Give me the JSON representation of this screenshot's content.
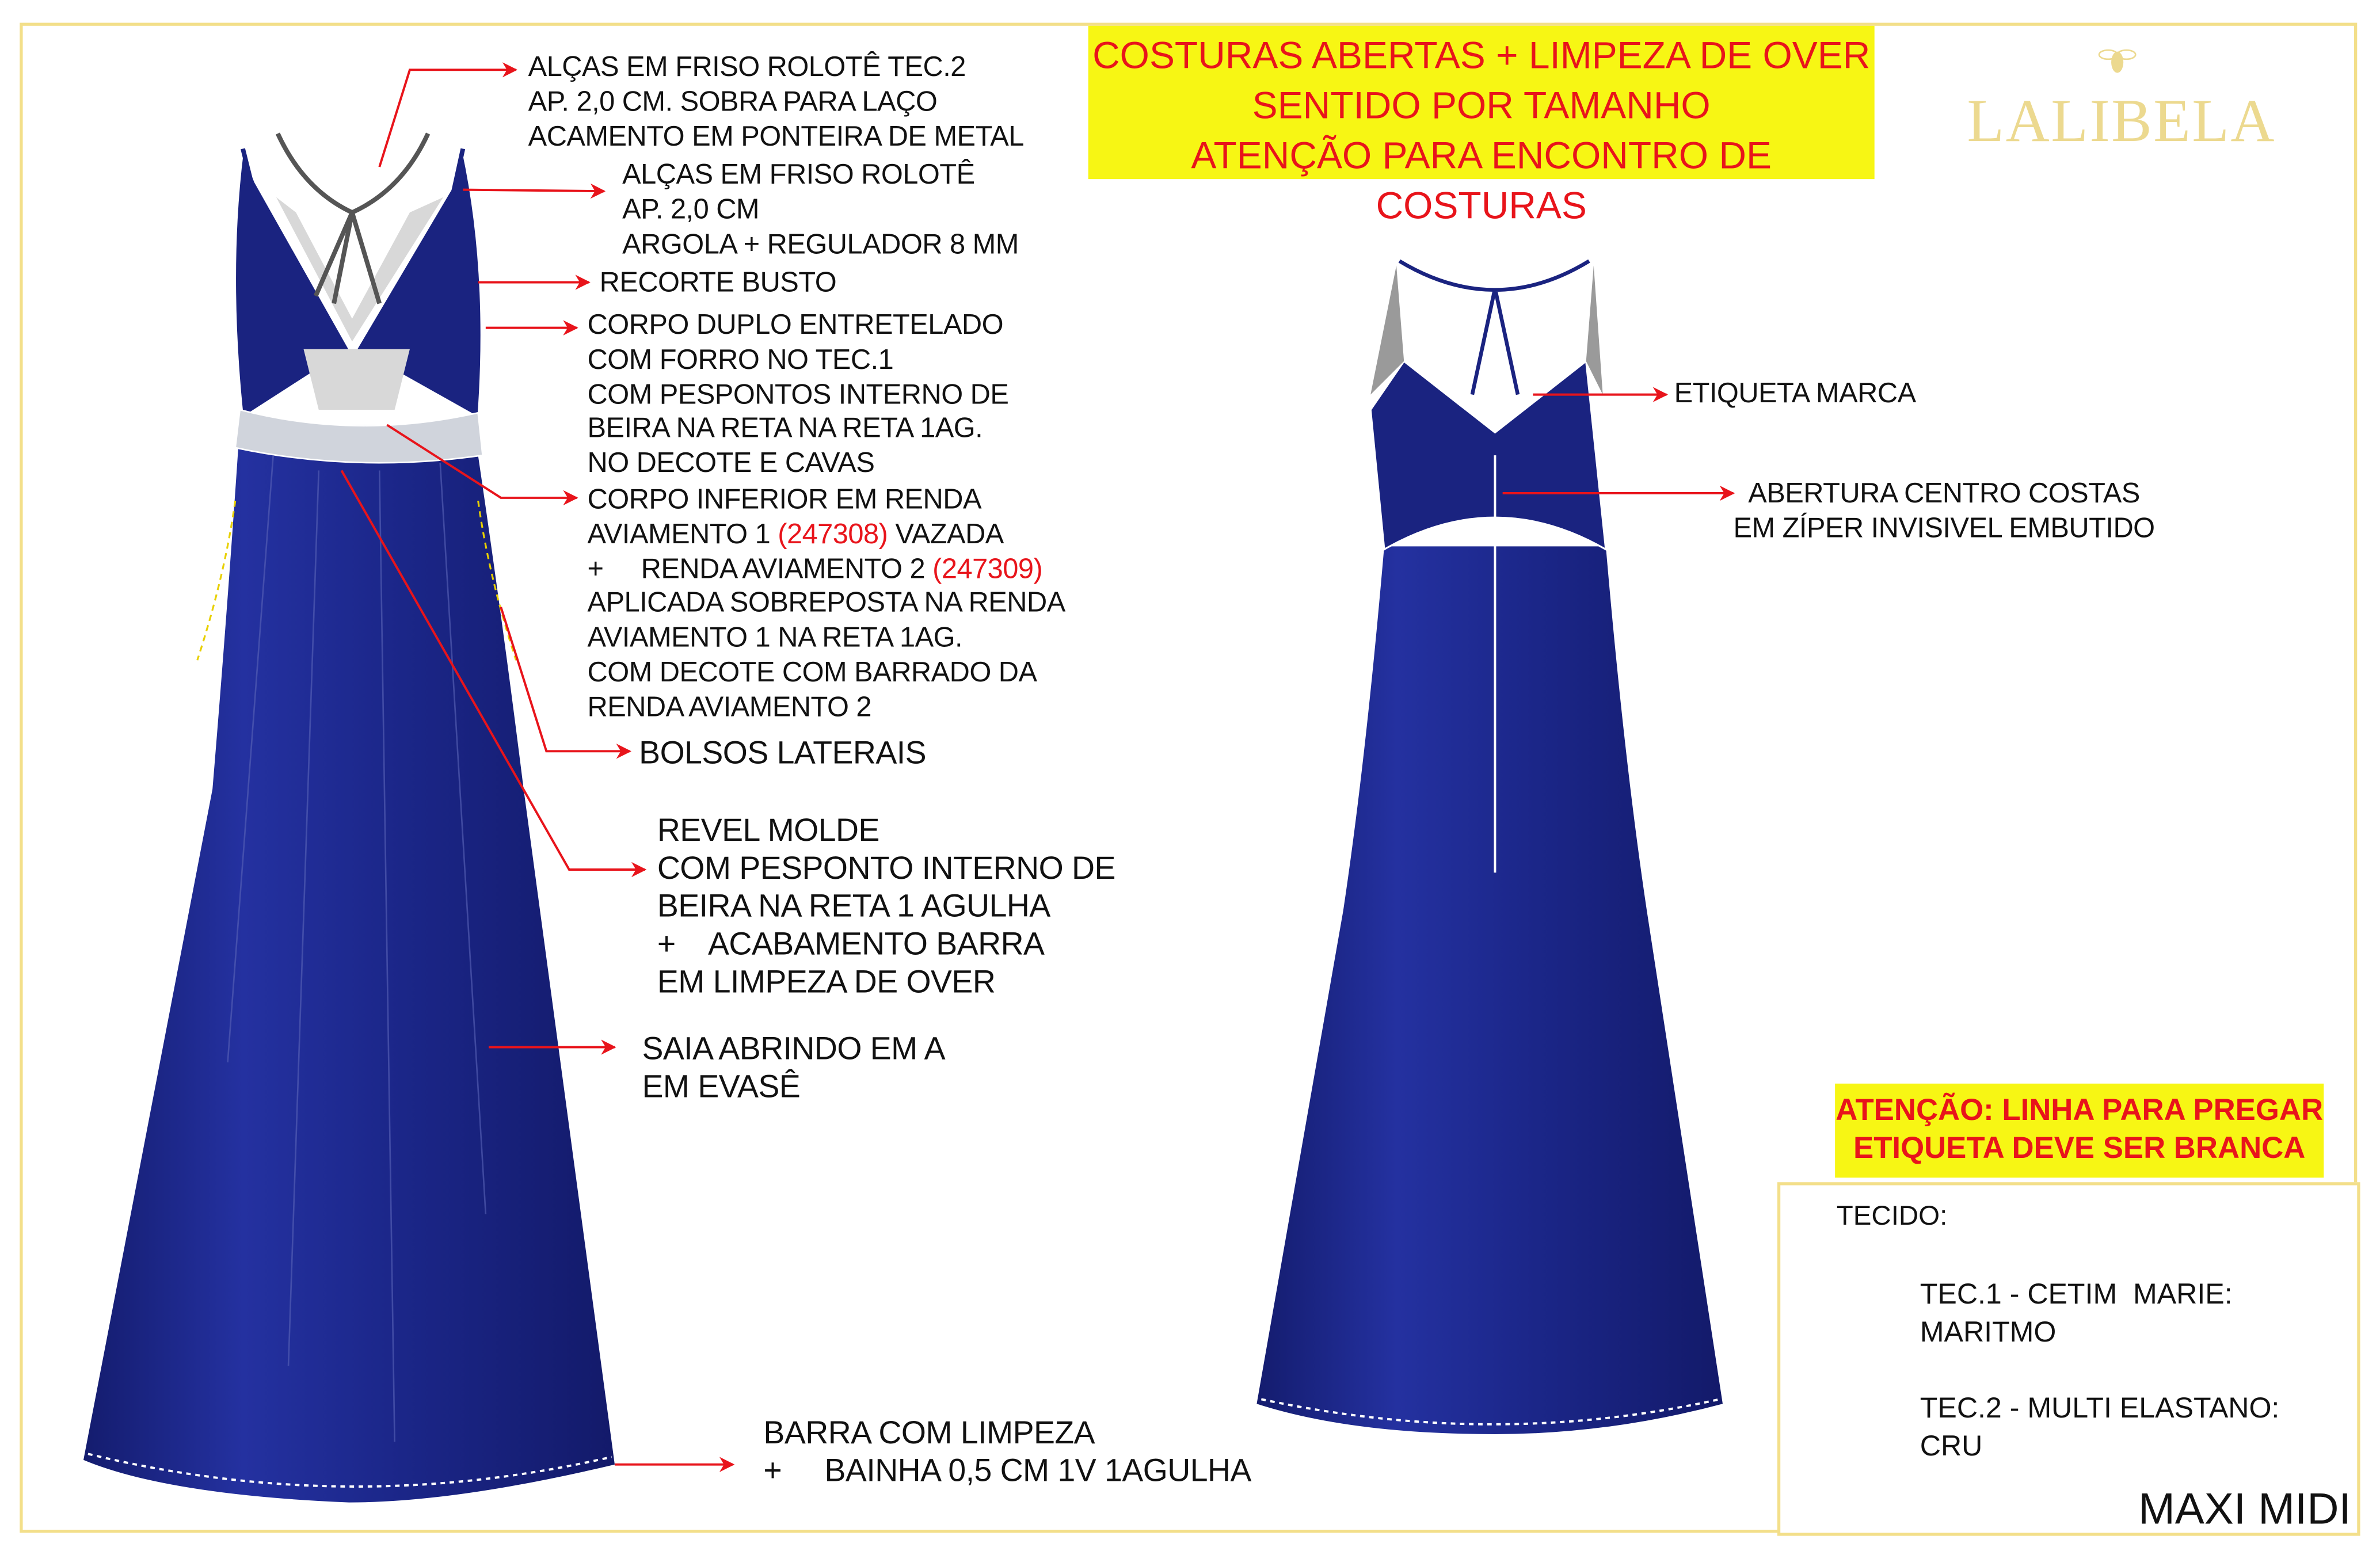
{
  "header_note": {
    "lines": [
      "COSTURAS ABERTAS + LIMPEZA DE OVER",
      "SENTIDO POR TAMANHO",
      "ATENÇÃO PARA ENCONTRO DE COSTURAS"
    ]
  },
  "brand": {
    "logo": "LALIBELA",
    "gold": "#ecd98f"
  },
  "front_annotations": {
    "alcas_tec2": [
      "ALÇAS EM FRISO ROLOTÊ TEC.2",
      "AP. 2,0 CM. SOBRA PARA LAÇO",
      "ACAMENTO EM PONTEIRA DE METAL"
    ],
    "alcas": [
      "ALÇAS EM FRISO ROLOTÊ",
      "AP. 2,0 CM",
      "ARGOLA + REGULADOR 8 MM"
    ],
    "recorte": "RECORTE BUSTO",
    "corpo_duplo": [
      "CORPO DUPLO ENTRETELADO",
      "COM FORRO NO TEC.1",
      "COM PESPONTOS INTERNO DE",
      "BEIRA NA RETA NA RETA 1AG.",
      "NO DECOTE E CAVAS"
    ],
    "corpo_inferior": {
      "l1": "CORPO INFERIOR EM RENDA",
      "l2a": "AVIAMENTO 1 ",
      "l2code": "(247308)",
      "l2b": " VAZADA",
      "l3a": "+     RENDA AVIAMENTO 2 ",
      "l3code": "(247309)",
      "l4": "APLICADA SOBREPOSTA NA RENDA",
      "l5": "AVIAMENTO 1 NA RETA 1AG.",
      "l6": "COM DECOTE COM BARRADO DA",
      "l7": "RENDA AVIAMENTO 2"
    },
    "bolsos": "BOLSOS LATERAIS",
    "revel": [
      "REVEL MOLDE",
      "COM PESPONTO INTERNO DE",
      "BEIRA NA RETA 1 AGULHA",
      "+    ACABAMENTO BARRA",
      "EM LIMPEZA DE OVER"
    ],
    "saia": [
      "SAIA ABRINDO EM A",
      "EM EVASÊ"
    ],
    "barra": [
      "BARRA COM LIMPEZA",
      "+     BAINHA 0,5 CM 1V 1AGULHA"
    ]
  },
  "back_annotations": {
    "etiqueta": "ETIQUETA MARCA",
    "abertura": [
      "ABERTURA CENTRO COSTAS",
      "EM ZÍPER INVISIVEL EMBUTIDO"
    ]
  },
  "attention": [
    "ATENÇÃO: LINHA PARA PREGAR",
    "ETIQUETA DEVE SER BRANCA"
  ],
  "fabric": {
    "title": "TECIDO:",
    "items": [
      {
        "l1": "TEC.1 - CETIM  MARIE:",
        "l2": "MARITMO",
        "color": "#0d1f6b"
      },
      {
        "l1": "TEC.2 - MULTI ELASTANO:",
        "l2": "CRU",
        "color": "#ffffff"
      }
    ],
    "model": "MAXI MIDI"
  },
  "colors": {
    "dress": "#1a2380",
    "arrow": "#e8141b",
    "highlight": "#f7f614"
  }
}
